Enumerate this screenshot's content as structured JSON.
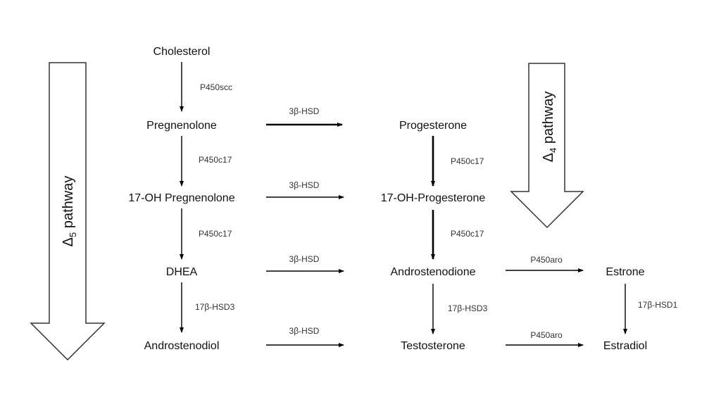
{
  "pathways": {
    "delta5": {
      "symbol": "Δ",
      "subscript": "5",
      "label": " pathway"
    },
    "delta4": {
      "symbol": "Δ",
      "subscript": "4",
      "label": " pathway"
    }
  },
  "molecules": {
    "cholesterol": "Cholesterol",
    "pregnenolone": "Pregnenolone",
    "oh17_pregnenolone": "17-OH Pregnenolone",
    "dhea": "DHEA",
    "androstenediol": "Androstenodiol",
    "progesterone": "Progesterone",
    "oh17_progesterone": "17-OH-Progesterone",
    "androstenedione": "Androstenodione",
    "testosterone": "Testosterone",
    "estrone": "Estrone",
    "estradiol": "Estradiol"
  },
  "enzymes": {
    "cholesterol_to_pregnenolone": "P450scc",
    "pregnenolone_to_17oh": "P450c17",
    "oh17preg_to_dhea": "P450c17",
    "dhea_to_androstenediol": "17β-HSD3",
    "pregnenolone_to_progesterone": "3β-HSD",
    "oh17preg_to_oh17prog": "3β-HSD",
    "dhea_to_androstenedione": "3β-HSD",
    "androstenediol_to_testosterone": "3β-HSD",
    "progesterone_to_17oh": "P450c17",
    "oh17prog_to_androstenedione": "P450c17",
    "androstenedione_to_testosterone": "17β-HSD3",
    "androstenedione_to_estrone": "P450aro",
    "testosterone_to_estradiol": "P450aro",
    "estrone_to_estradiol": "17β-HSD1"
  }
}
